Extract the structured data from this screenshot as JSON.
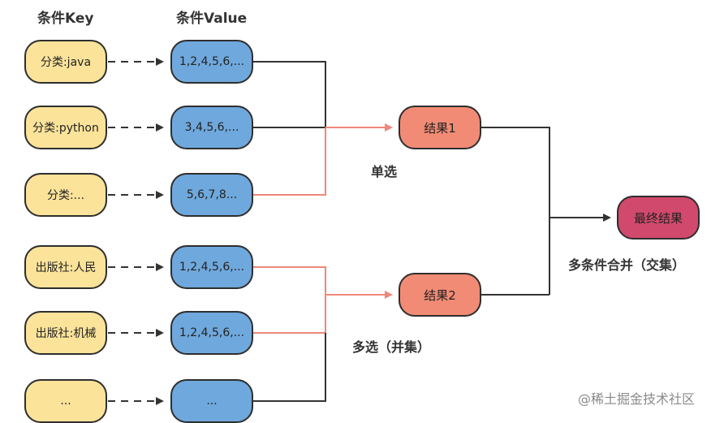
{
  "headers": {
    "key": "条件Key",
    "value": "条件Value"
  },
  "rows": [
    {
      "key": "分类:java",
      "value": "1,2,4,5,6,..."
    },
    {
      "key": "分类:python",
      "value": "3,4,5,6,..."
    },
    {
      "key": "分类:...",
      "value": "5,6,7,8..."
    },
    {
      "key": "出版社:人民",
      "value": "1,2,4,5,6,..."
    },
    {
      "key": "出版社:机械",
      "value": "1,2,4,5,6,..."
    },
    {
      "key": "...",
      "value": "..."
    }
  ],
  "results": {
    "r1": "结果1",
    "r2": "结果2",
    "final": "最终结果"
  },
  "labels": {
    "single": "单选",
    "multi": "多选（并集）",
    "merge": "多条件合并（交集）"
  },
  "watermark": "@稀土掘金技术社区",
  "colors": {
    "key_fill": "#fbe39a",
    "value_fill": "#6fa8dc",
    "result_fill": "#f28b75",
    "final_fill": "#d1496c",
    "highlight_line": "#f0877a",
    "line": "#333333"
  }
}
